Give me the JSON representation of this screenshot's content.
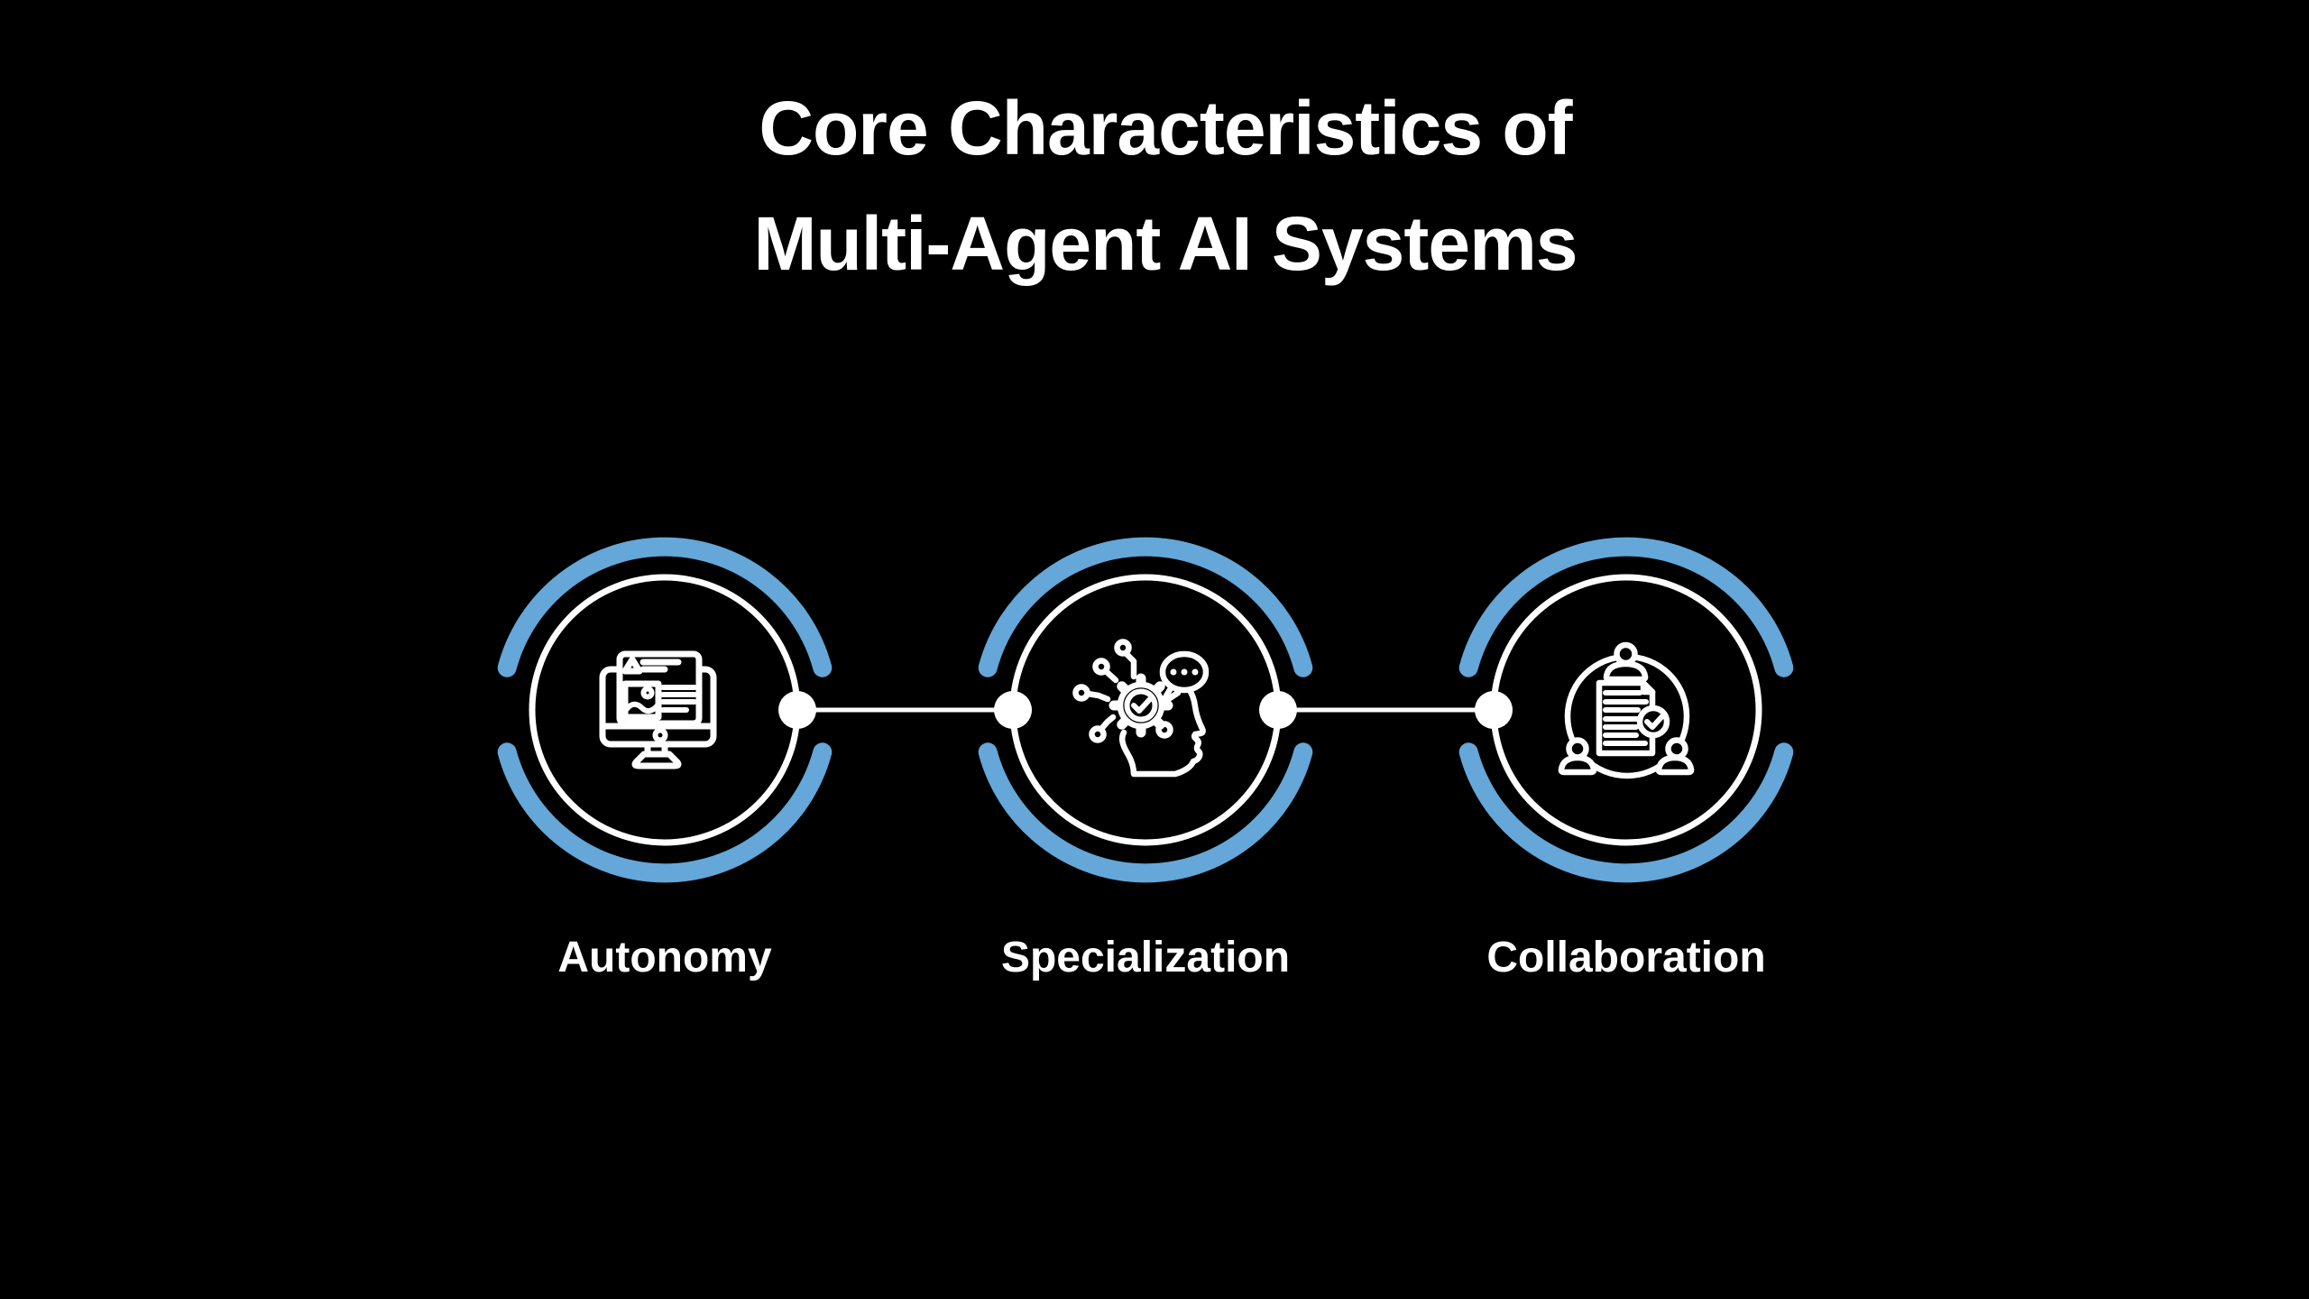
{
  "title": {
    "line1": "Core Characteristics of",
    "line2": "Multi-Agent AI Systems"
  },
  "nodes": [
    {
      "id": "autonomy",
      "label": "Autonomy",
      "icon": "monitor-webpage-icon"
    },
    {
      "id": "specialization",
      "label": "Specialization",
      "icon": "ai-head-gear-icon"
    },
    {
      "id": "collaboration",
      "label": "Collaboration",
      "icon": "team-document-icon"
    }
  ],
  "connectors": [
    {
      "from": "autonomy",
      "to": "specialization"
    },
    {
      "from": "specialization",
      "to": "collaboration"
    }
  ],
  "colors": {
    "background": "#000000",
    "accent_blue": "#64a7d8",
    "stroke_white": "#ffffff",
    "text": "#ffffff"
  }
}
